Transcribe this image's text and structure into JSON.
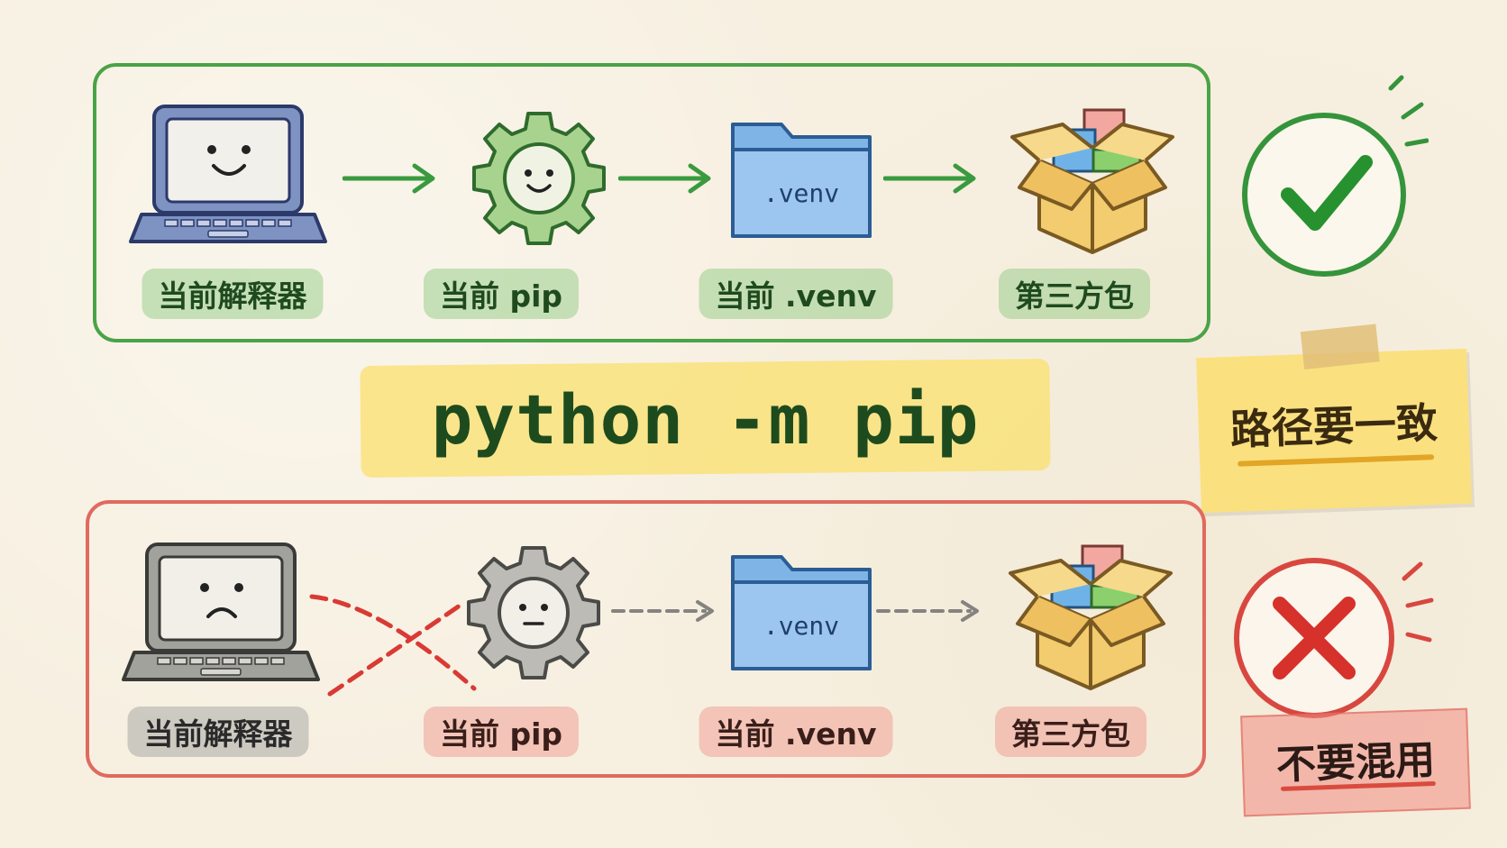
{
  "command": "python -m pip",
  "good_flow": {
    "steps": [
      {
        "label": "当前解释器",
        "icon": "laptop-happy-icon"
      },
      {
        "label": "当前 pip",
        "icon": "gear-happy-icon"
      },
      {
        "label": "当前 .venv",
        "icon": "folder-venv-icon",
        "folder_text": ".venv"
      },
      {
        "label": "第三方包",
        "icon": "package-box-icon"
      }
    ],
    "status_icon": "checkmark-icon",
    "note": "路径要一致"
  },
  "bad_flow": {
    "steps": [
      {
        "label": "当前解释器",
        "icon": "laptop-sad-icon"
      },
      {
        "label": "当前 pip",
        "icon": "gear-neutral-icon"
      },
      {
        "label": "当前 .venv",
        "icon": "folder-venv-icon",
        "folder_text": ".venv"
      },
      {
        "label": "第三方包",
        "icon": "package-box-icon"
      }
    ],
    "status_icon": "cross-icon",
    "note": "不要混用"
  },
  "colors": {
    "good": "#4aa347",
    "bad": "#e06a5f",
    "highlight": "#fae06e",
    "background": "#f7f0e1"
  }
}
